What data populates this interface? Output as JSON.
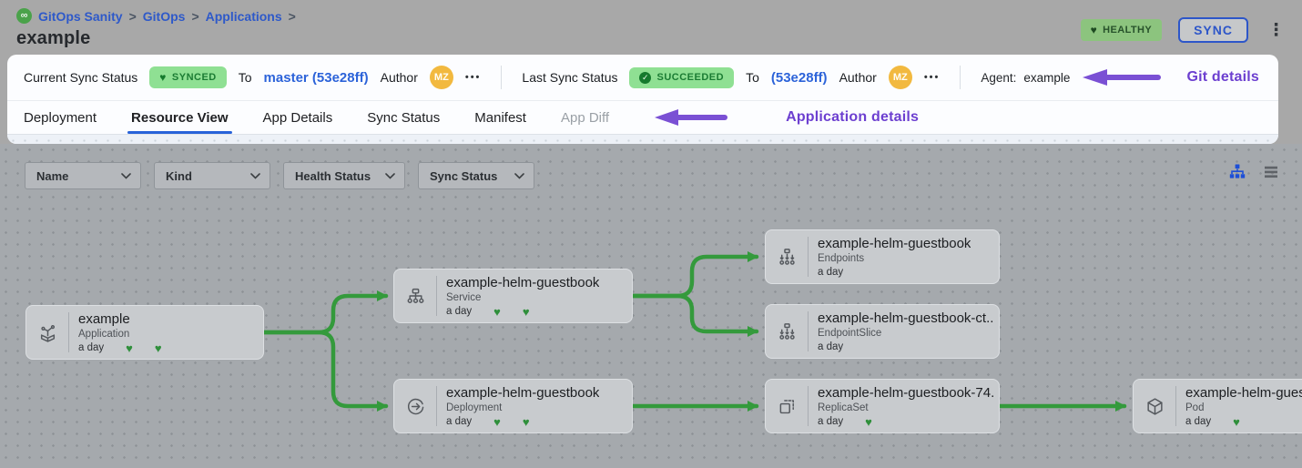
{
  "colors": {
    "dim_gray": "#a8a8a8",
    "canvas_gray": "#a5a9ad",
    "accent_blue": "#2862d9",
    "link_blue": "#2e59c9",
    "annotation_purple": "#7a50d4",
    "badge_green_bg": "#8fe093",
    "badge_green_text": "#1b7c33",
    "health_badge_bg": "#8cc47e",
    "edge_green": "#349a3c",
    "heart_green": "#2f8f3b",
    "avatar_yellow": "#f2b93f"
  },
  "header": {
    "logo_icon": "gitops-logo-icon",
    "breadcrumb": [
      {
        "label": "GitOps Sanity"
      },
      {
        "label": "GitOps"
      },
      {
        "label": "Applications"
      }
    ],
    "breadcrumb_separator": ">",
    "title": "example",
    "health_badge": "HEALTHY",
    "sync_button": "SYNC",
    "kebab": "⋮"
  },
  "sync_bar": {
    "current": {
      "label": "Current Sync Status",
      "badge": "SYNCED",
      "to_label": "To",
      "revision": "master (53e28ff)",
      "author_label": "Author",
      "avatar_initials": "MZ",
      "more": "•••"
    },
    "last": {
      "label": "Last Sync Status",
      "badge": "SUCCEEDED",
      "to_label": "To",
      "revision": "(53e28ff)",
      "author_label": "Author",
      "avatar_initials": "MZ",
      "more": "•••"
    },
    "agent_label": "Agent:",
    "agent_value": "example",
    "annotation": "Git details"
  },
  "tabs": {
    "items": [
      {
        "label": "Deployment",
        "active": false,
        "disabled": false
      },
      {
        "label": "Resource View",
        "active": true,
        "disabled": false
      },
      {
        "label": "App Details",
        "active": false,
        "disabled": false
      },
      {
        "label": "Sync Status",
        "active": false,
        "disabled": false
      },
      {
        "label": "Manifest",
        "active": false,
        "disabled": false
      },
      {
        "label": "App Diff",
        "active": false,
        "disabled": true
      }
    ],
    "annotation": "Application details"
  },
  "toolbar": {
    "filters": [
      {
        "label": "Name"
      },
      {
        "label": "Kind"
      },
      {
        "label": "Health Status"
      },
      {
        "label": "Sync Status"
      }
    ],
    "view_icons": [
      "tree-view-icon",
      "list-view-icon"
    ]
  },
  "graph": {
    "heart_glyph": "♥",
    "nodes": [
      {
        "id": "app",
        "title": "example",
        "kind": "Application",
        "age": "a day",
        "hearts": 2,
        "icon": "application-icon"
      },
      {
        "id": "service",
        "title": "example-helm-guestbook",
        "kind": "Service",
        "age": "a day",
        "hearts": 2,
        "icon": "service-icon"
      },
      {
        "id": "deployment",
        "title": "example-helm-guestbook",
        "kind": "Deployment",
        "age": "a day",
        "hearts": 2,
        "icon": "deployment-icon"
      },
      {
        "id": "endpoints",
        "title": "example-helm-guestbook",
        "kind": "Endpoints",
        "age": "a day",
        "hearts": 0,
        "icon": "endpoints-icon"
      },
      {
        "id": "endpointslice",
        "title": "example-helm-guestbook-ct...",
        "kind": "EndpointSlice",
        "age": "a day",
        "hearts": 0,
        "icon": "endpointslice-icon"
      },
      {
        "id": "replicaset",
        "title": "example-helm-guestbook-74...",
        "kind": "ReplicaSet",
        "age": "a day",
        "hearts": 1,
        "icon": "replicaset-icon"
      },
      {
        "id": "pod",
        "title": "example-helm-guest",
        "kind": "Pod",
        "age": "a day",
        "hearts": 1,
        "icon": "pod-icon"
      }
    ],
    "edges": [
      {
        "from": "app",
        "to": "service"
      },
      {
        "from": "app",
        "to": "deployment"
      },
      {
        "from": "service",
        "to": "endpoints"
      },
      {
        "from": "service",
        "to": "endpointslice"
      },
      {
        "from": "deployment",
        "to": "replicaset"
      },
      {
        "from": "replicaset",
        "to": "pod"
      }
    ]
  }
}
